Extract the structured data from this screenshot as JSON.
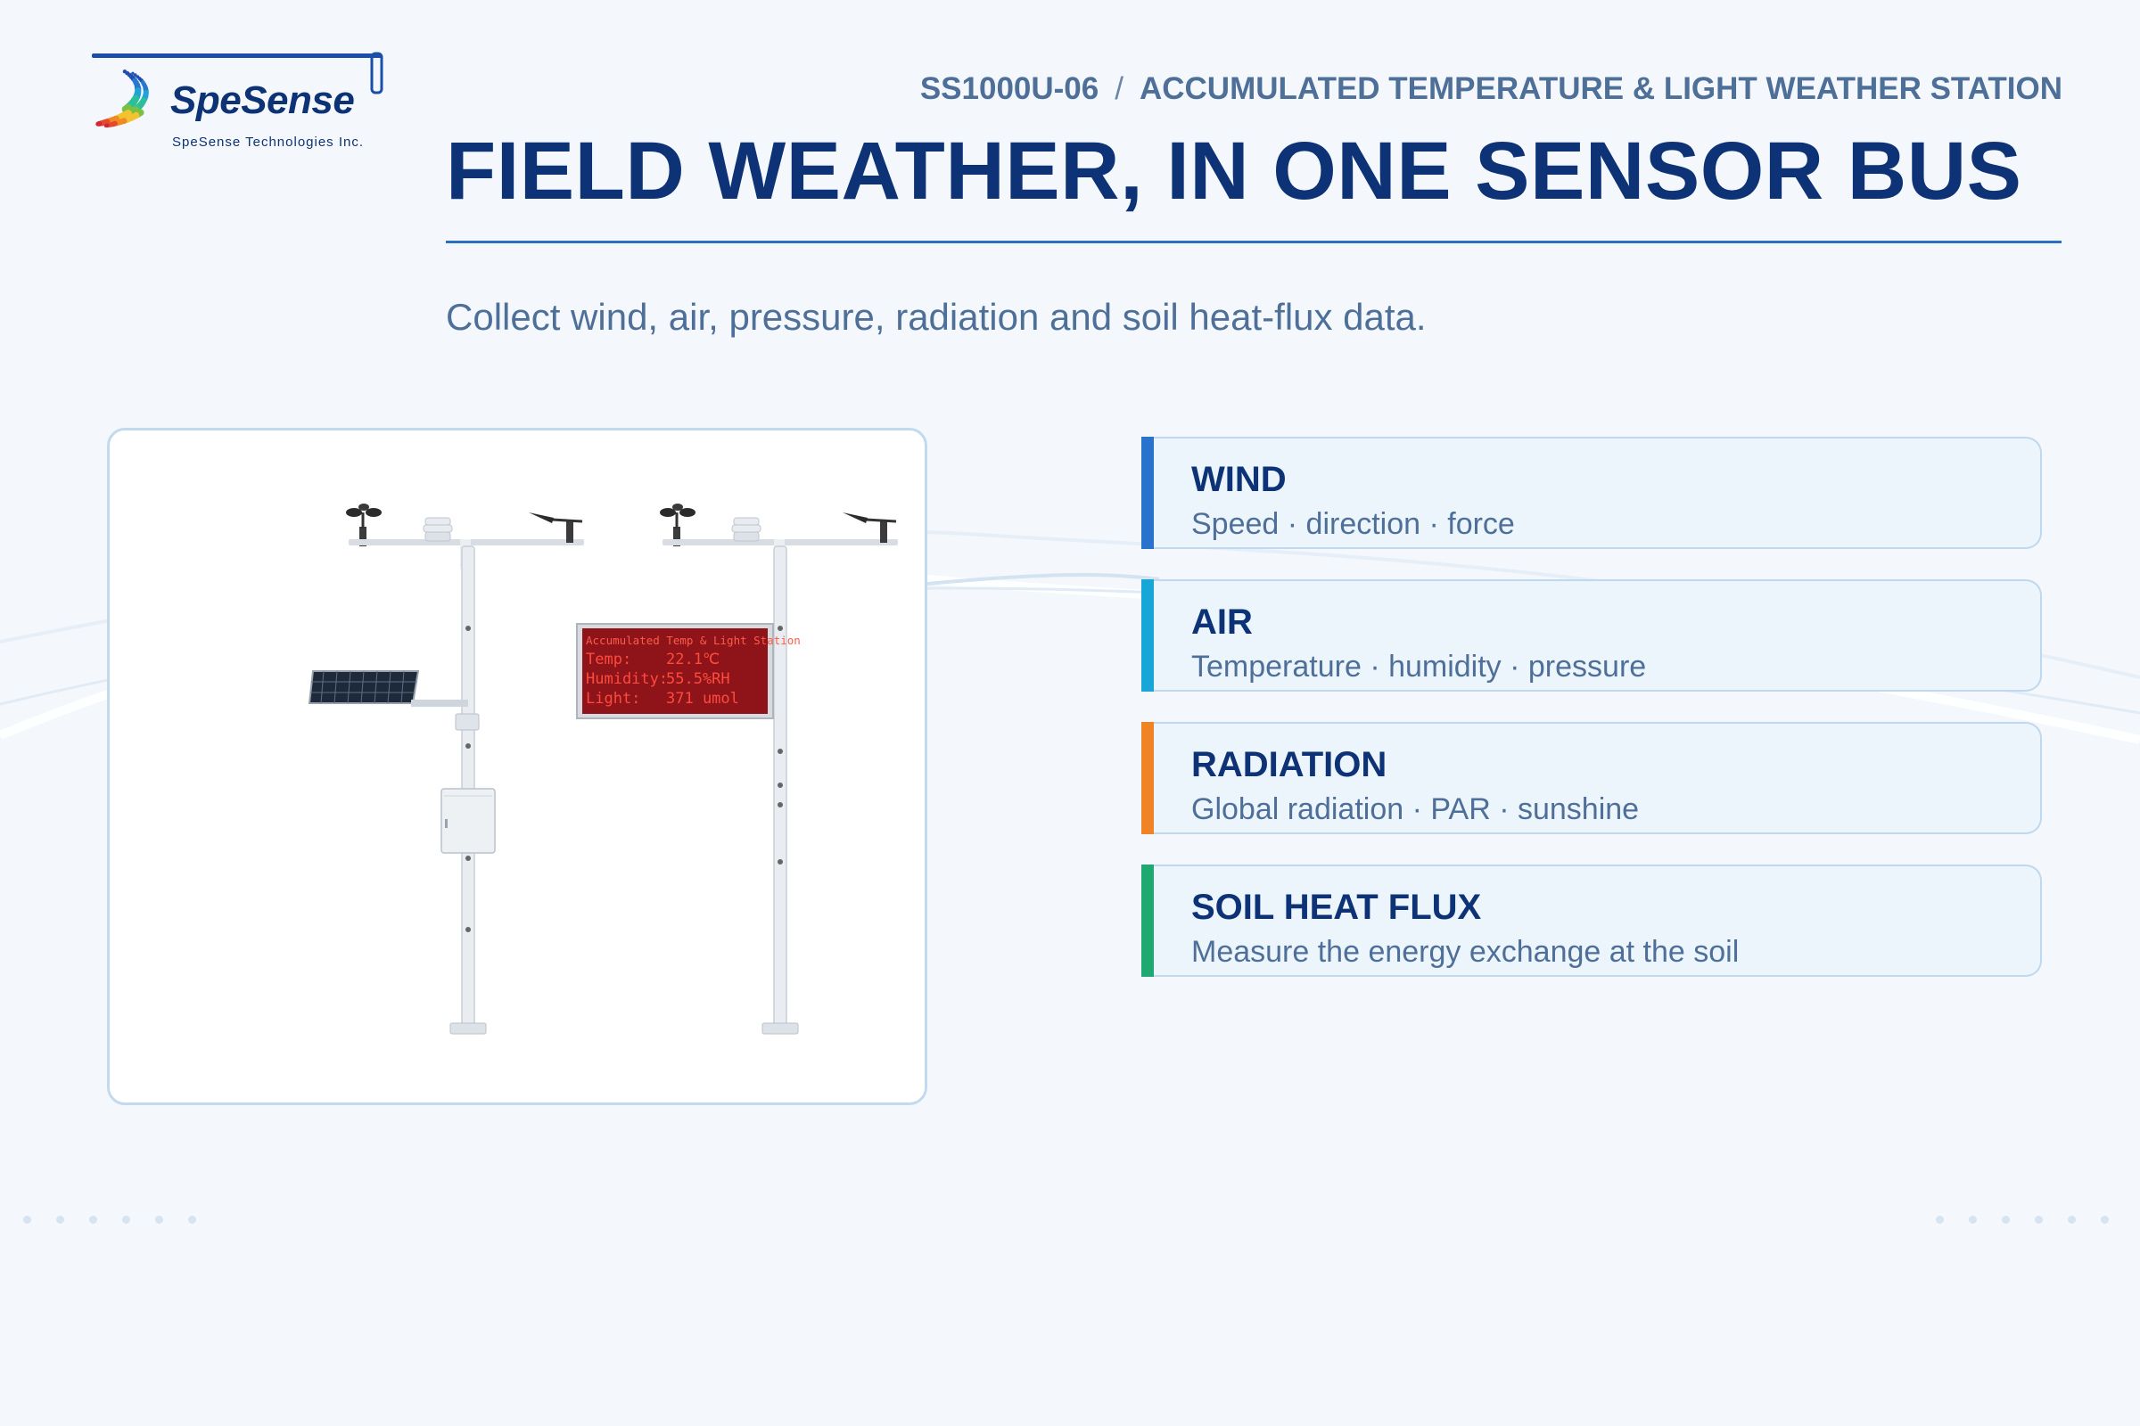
{
  "brand": {
    "name": "SpeSense",
    "tagline": "SpeSense Technologies Inc."
  },
  "header": {
    "model": "SS1000U-06",
    "separator": "/",
    "product_line": "ACCUMULATED TEMPERATURE & LIGHT WEATHER STATION",
    "title": "FIELD WEATHER, IN ONE SENSOR BUS",
    "subtitle": "Collect wind, air, pressure, radiation and soil heat-flux data."
  },
  "display": {
    "heading": "Accumulated Temp & Light Station",
    "rows": [
      {
        "label": "Temp:",
        "value": "22.1℃"
      },
      {
        "label": "Humidity:",
        "value": "55.5%RH"
      },
      {
        "label": "Light:",
        "value": "371 umol"
      }
    ]
  },
  "cards": [
    {
      "title": "WIND",
      "desc": "Speed · direction · force",
      "accent": "#2a73cc"
    },
    {
      "title": "AIR",
      "desc": "Temperature · humidity · pressure",
      "accent": "#17a6d6"
    },
    {
      "title": "RADIATION",
      "desc": "Global radiation · PAR · sunshine",
      "accent": "#f08424"
    },
    {
      "title": "SOIL HEAT FLUX",
      "desc": "Measure the energy exchange at the soil",
      "accent": "#1fa870"
    }
  ],
  "colors": {
    "navy": "#0d3275",
    "slate": "#4e6f98",
    "rule": "#2b6fc0",
    "led_red": "#ff4a3d"
  }
}
